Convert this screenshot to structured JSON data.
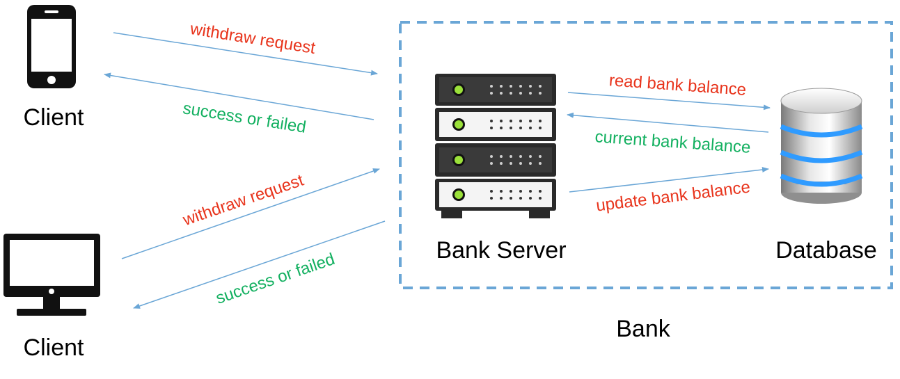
{
  "colors": {
    "request": "#e8341c",
    "response": "#13b060",
    "arrow": "#6aa6d6",
    "boundary": "#6aa6d6",
    "text": "#000000",
    "device": "#111111",
    "server_dark": "#2a2a2a",
    "server_light": "#f4f4f4",
    "led": "#9be13a",
    "db_ring": "#2f9bff"
  },
  "icons": {
    "phone": "smartphone-icon",
    "desktop": "desktop-monitor-icon",
    "server": "server-rack-icon",
    "database": "database-cylinder-icon"
  },
  "nodes": {
    "client_phone": "Client",
    "client_desktop": "Client",
    "bank_server": "Bank Server",
    "database": "Database",
    "bank_boundary": "Bank"
  },
  "edges": {
    "phone_request": "withdraw request",
    "phone_response": "success or failed",
    "desktop_request": "withdraw request",
    "desktop_response": "success or failed",
    "read_balance": "read bank balance",
    "current_balance": "current bank balance",
    "update_balance": "update bank balance"
  }
}
